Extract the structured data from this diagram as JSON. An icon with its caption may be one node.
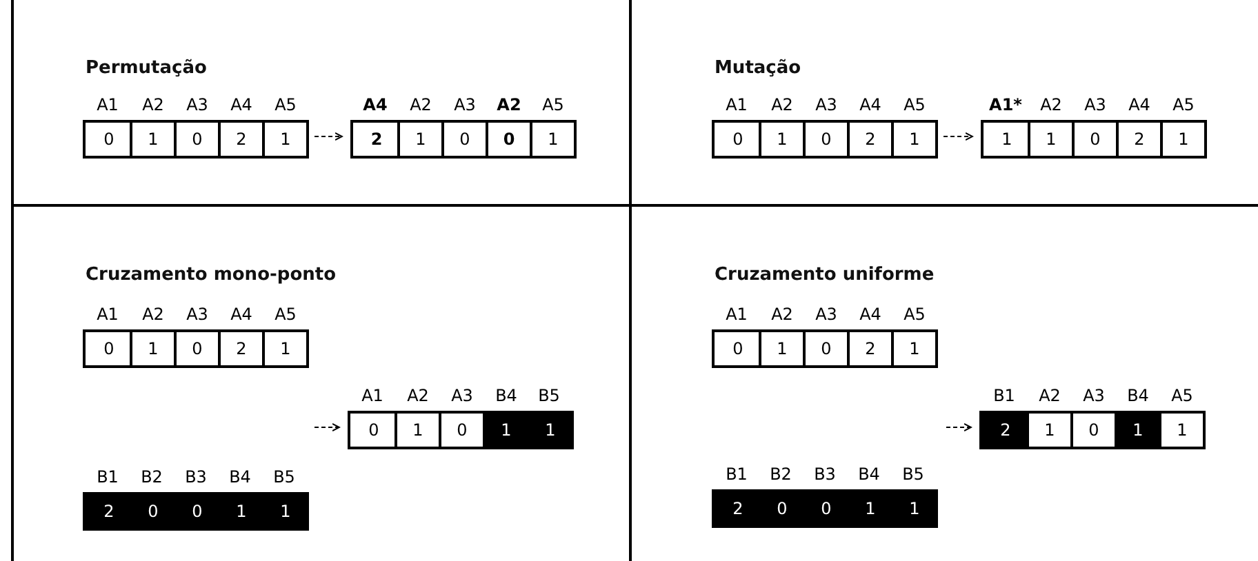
{
  "diagram": {
    "nodes": [
      {
        "text": [
          "Permutação"
        ]
      },
      {
        "text": [],
        "shape": "box",
        "in": 0
      },
      {
        "text": [
          "A1",
          "0"
        ],
        "in": 1
      },
      {
        "text": [
          "A2",
          "1"
        ],
        "in": 1
      },
      {
        "text": [
          "A3",
          "0"
        ],
        "in": 1
      },
      {
        "text": [
          "A4",
          "2"
        ],
        "in": 1
      },
      {
        "text": [
          "A5",
          "1"
        ],
        "in": 1
      },
      {
        "text": [],
        "shape": "box",
        "in": 0
      },
      {
        "text": [
          "A4",
          "2"
        ],
        "in": 7
      },
      {
        "text": [
          "A2",
          "1"
        ],
        "in": 7
      },
      {
        "text": [
          "A3",
          "0"
        ],
        "in": 7
      },
      {
        "text": [
          "A2",
          "0"
        ],
        "in": 7
      },
      {
        "text": [
          "A5",
          "1"
        ],
        "in": 7
      },
      {
        "text": [
          "Mutação"
        ]
      },
      {
        "text": [],
        "shape": "box",
        "in": 13
      },
      {
        "text": [
          "A1",
          "0"
        ],
        "in": 14
      },
      {
        "text": [
          "A2",
          "1"
        ],
        "in": 14
      },
      {
        "text": [
          "A3",
          "0"
        ],
        "in": 14
      },
      {
        "text": [
          "A4",
          "2"
        ],
        "in": 14
      },
      {
        "text": [
          "A5",
          "1"
        ],
        "in": 14
      },
      {
        "text": [],
        "shape": "box",
        "in": 13
      },
      {
        "text": [
          "A1*",
          "1"
        ],
        "in": 20
      },
      {
        "text": [
          "A2",
          "1"
        ],
        "in": 20
      },
      {
        "text": [
          "A3",
          "0"
        ],
        "in": 20
      },
      {
        "text": [
          "A4",
          "2"
        ],
        "in": 20
      },
      {
        "text": [
          "A5",
          "1"
        ],
        "in": 20
      },
      {
        "text": [
          "Cruzamento mono-ponto"
        ]
      },
      {
        "text": [],
        "shape": "box",
        "in": 26
      },
      {
        "text": [
          "A1",
          "0"
        ],
        "in": 27
      },
      {
        "text": [
          "A2",
          "1"
        ],
        "in": 27
      },
      {
        "text": [
          "A3",
          "0"
        ],
        "in": 27
      },
      {
        "text": [
          "A4",
          "2"
        ],
        "in": 27
      },
      {
        "text": [
          "A5",
          "1"
        ],
        "in": 27
      },
      {
        "text": [],
        "shape": "box",
        "in": 26
      },
      {
        "text": [
          "A1",
          "0"
        ],
        "in": 33
      },
      {
        "text": [
          "A2",
          "1"
        ],
        "in": 33
      },
      {
        "text": [
          "A3",
          "0"
        ],
        "in": 33
      },
      {
        "text": [
          "B4",
          "1"
        ],
        "in": 33
      },
      {
        "text": [
          "B5",
          "1"
        ],
        "in": 33
      },
      {
        "text": [],
        "shape": "box",
        "in": 26
      },
      {
        "text": [
          "B1",
          "2"
        ],
        "in": 39
      },
      {
        "text": [
          "B2",
          "0"
        ],
        "in": 39
      },
      {
        "text": [
          "B3",
          "0"
        ],
        "in": 39
      },
      {
        "text": [
          "B4",
          "1"
        ],
        "in": 39
      },
      {
        "text": [
          "B5",
          "1"
        ],
        "in": 39
      },
      {
        "text": [
          "Cruzamento uniforme"
        ]
      },
      {
        "text": [],
        "shape": "box",
        "in": 45
      },
      {
        "text": [
          "A1",
          "0"
        ],
        "in": 46
      },
      {
        "text": [
          "A2",
          "1"
        ],
        "in": 46
      },
      {
        "text": [
          "A3",
          "0"
        ],
        "in": 46
      },
      {
        "text": [
          "A4",
          "2"
        ],
        "in": 46
      },
      {
        "text": [
          "A5",
          "1"
        ],
        "in": 46
      },
      {
        "text": [],
        "shape": "box",
        "in": 45
      },
      {
        "text": [
          "B1",
          "2"
        ],
        "in": 52
      },
      {
        "text": [
          "A2",
          "1"
        ],
        "in": 52
      },
      {
        "text": [
          "A3",
          "0"
        ],
        "in": 52
      },
      {
        "text": [
          "B4",
          "1"
        ],
        "in": 52
      },
      {
        "text": [
          "A5",
          "1"
        ],
        "in": 52
      },
      {
        "text": [],
        "shape": "box",
        "in": 45
      },
      {
        "text": [
          "B1",
          "2"
        ],
        "in": 58
      },
      {
        "text": [
          "B2",
          "0"
        ],
        "in": 58
      },
      {
        "text": [
          "B3",
          "0"
        ],
        "in": 58
      },
      {
        "text": [
          "B4",
          "1"
        ],
        "in": 58
      },
      {
        "text": [
          "B5",
          "1"
        ],
        "in": 58
      }
    ],
    "edges": [
      {
        "from": 1,
        "to": 7,
        "arrow": "to",
        "style": "dashed"
      },
      {
        "from": 14,
        "to": 20,
        "arrow": "to",
        "style": "dashed"
      },
      {
        "from": null,
        "to": 33,
        "arrow": "to",
        "style": "dashed"
      },
      {
        "from": null,
        "to": 52,
        "arrow": "to",
        "style": "dashed"
      }
    ]
  }
}
